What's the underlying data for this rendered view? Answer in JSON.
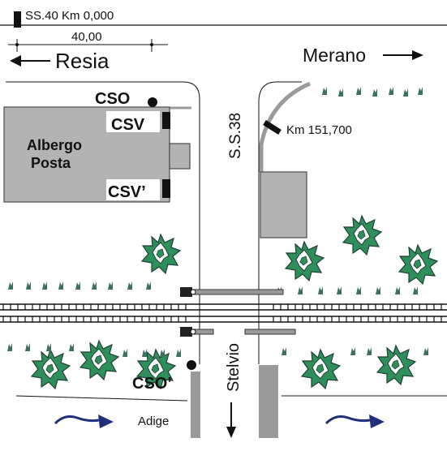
{
  "road_ss40": {
    "label": "SS.40 Km 0,000"
  },
  "distance": {
    "label": "40,00"
  },
  "direction_resia": {
    "label": "Resia"
  },
  "direction_merano": {
    "label": "Merano"
  },
  "direction_stelvio": {
    "label": "Stelvio"
  },
  "road_ss38": {
    "label": "S.S.38"
  },
  "km_marker": {
    "label": "Km 151,700"
  },
  "building": {
    "line1": "Albergo",
    "line2": "Posta"
  },
  "signals": {
    "cso": "CSO",
    "csv": "CSV",
    "csv_prime": "CSV’",
    "cso_prime": "CSO’"
  },
  "river": {
    "label": "Adige"
  },
  "colors": {
    "building_fill": "#b3b3b3",
    "road_gray": "#9a9a9a",
    "tree_green": "#2f8f5a",
    "grass_green": "#3d6f63",
    "river_blue": "#1f2f7a"
  }
}
